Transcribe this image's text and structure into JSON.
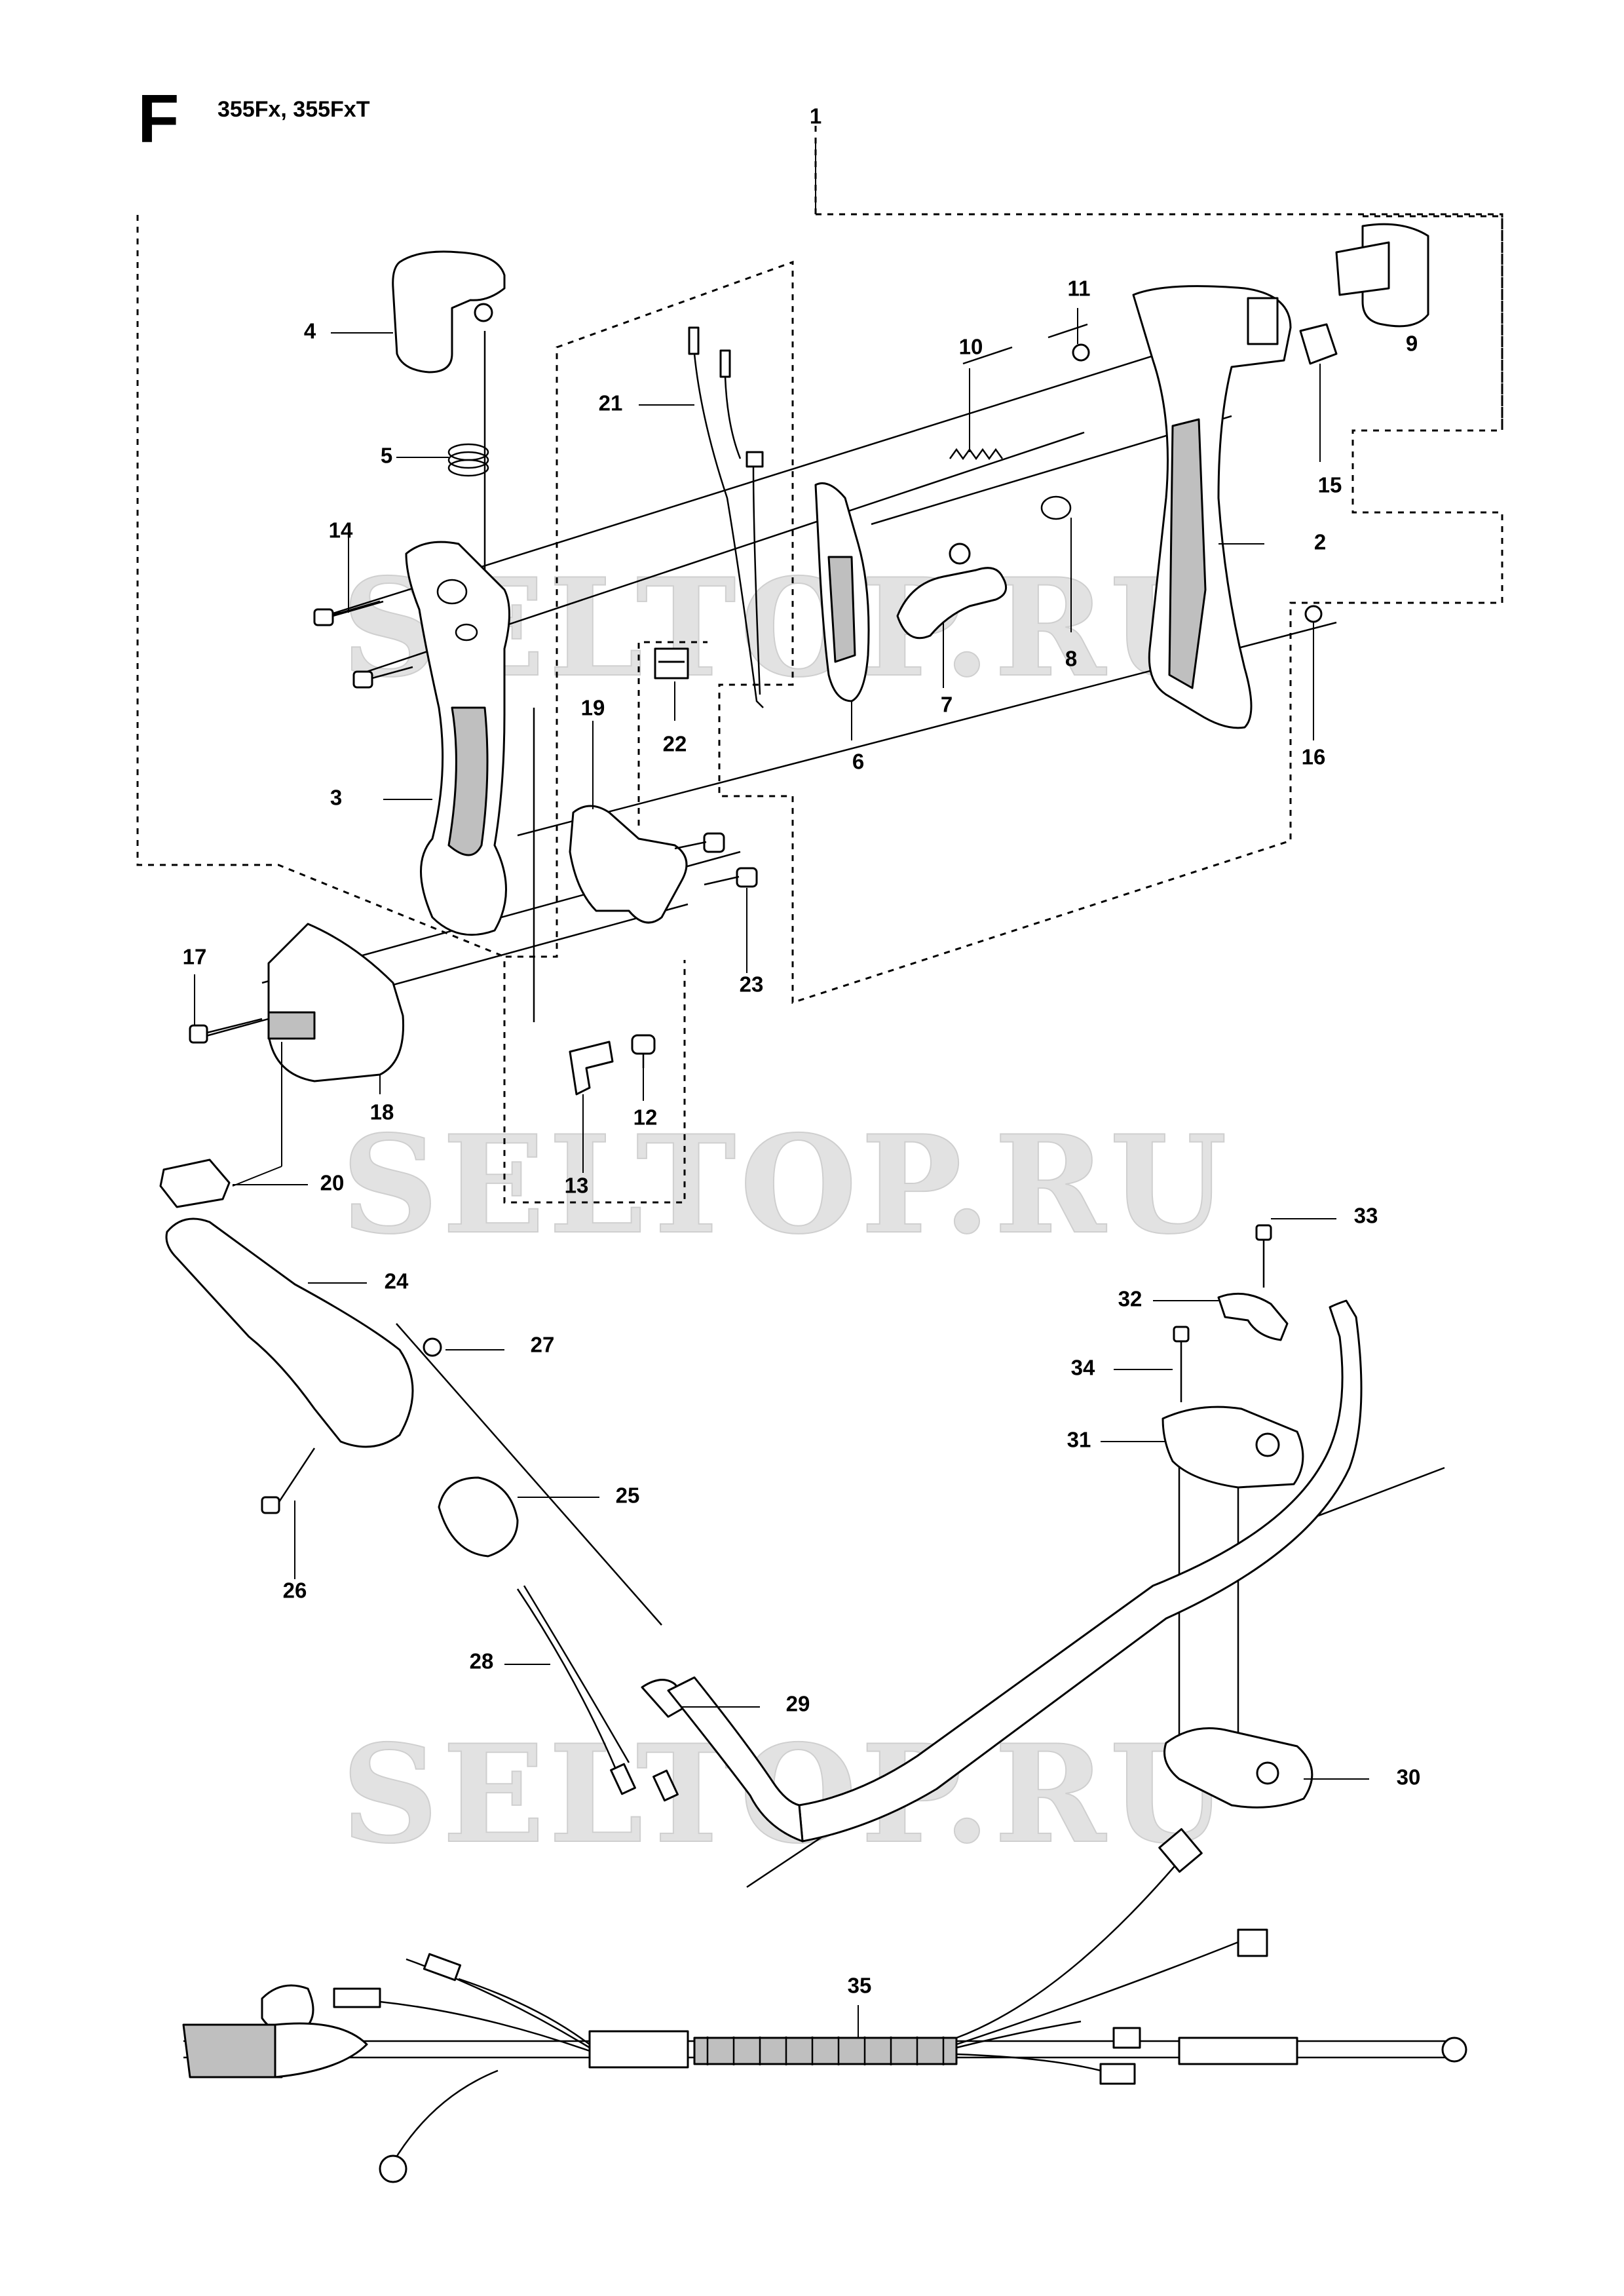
{
  "header": {
    "section_letter": "F",
    "models": "355Fx, 355FxT"
  },
  "watermarks": [
    "SELTOP.RU",
    "SELTOP.RU",
    "SELTOP.RU"
  ],
  "callouts": [
    "1",
    "2",
    "3",
    "4",
    "5",
    "6",
    "7",
    "8",
    "9",
    "10",
    "11",
    "12",
    "13",
    "14",
    "15",
    "16",
    "17",
    "18",
    "19",
    "20",
    "21",
    "22",
    "23",
    "24",
    "25",
    "26",
    "27",
    "28",
    "29",
    "30",
    "31",
    "32",
    "33",
    "34",
    "35"
  ]
}
